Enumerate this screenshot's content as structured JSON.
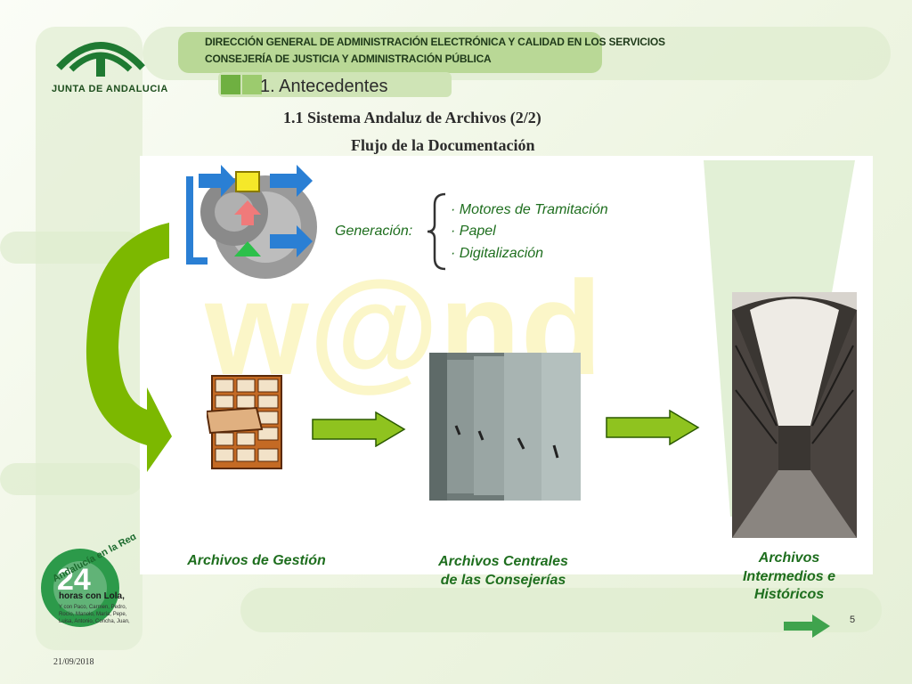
{
  "header": {
    "line1": "DIRECCIÓN GENERAL DE ADMINISTRACIÓN ELECTRÓNICA Y CALIDAD EN LOS SERVICIOS",
    "line2": "CONSEJERÍA DE JUSTICIA Y ADMINISTRACIÓN PÚBLICA"
  },
  "logo": {
    "text": "JUNTA DE ANDALUCIA"
  },
  "titles": {
    "section": "1. Antecedentes",
    "subsection": "1.1 Sistema Andaluz de Archivos (2/2)",
    "heading": "Flujo de la Documentación"
  },
  "generation": {
    "label": "Generación:",
    "items": [
      "· Motores de Tramitación",
      "· Papel",
      "· Digitalización"
    ]
  },
  "labels": {
    "gestion": "Archivos de Gestión",
    "centrales_1": "Archivos Centrales",
    "centrales_2": "de las Consejerías",
    "intermedios_1": "Archivos",
    "intermedios_2": "Intermedios e",
    "intermedios_3": "Históricos"
  },
  "badge": {
    "arc_text": "Andalucía en la Red",
    "number": "24",
    "line1": "horas con Lola,",
    "line2": "Y con Paco, Carmen, Pedro,",
    "line3": "Rocío, Manolo, María, Pepe,",
    "line4": "Luisa, Antonio, Concha, Juan,"
  },
  "watermark": "w@nd",
  "footer": {
    "date": "21/09/2018",
    "page": "5"
  },
  "colors": {
    "green_arrow": "#7cb800",
    "text_green": "#1e6e1e",
    "header_bar": "#b9d896"
  }
}
